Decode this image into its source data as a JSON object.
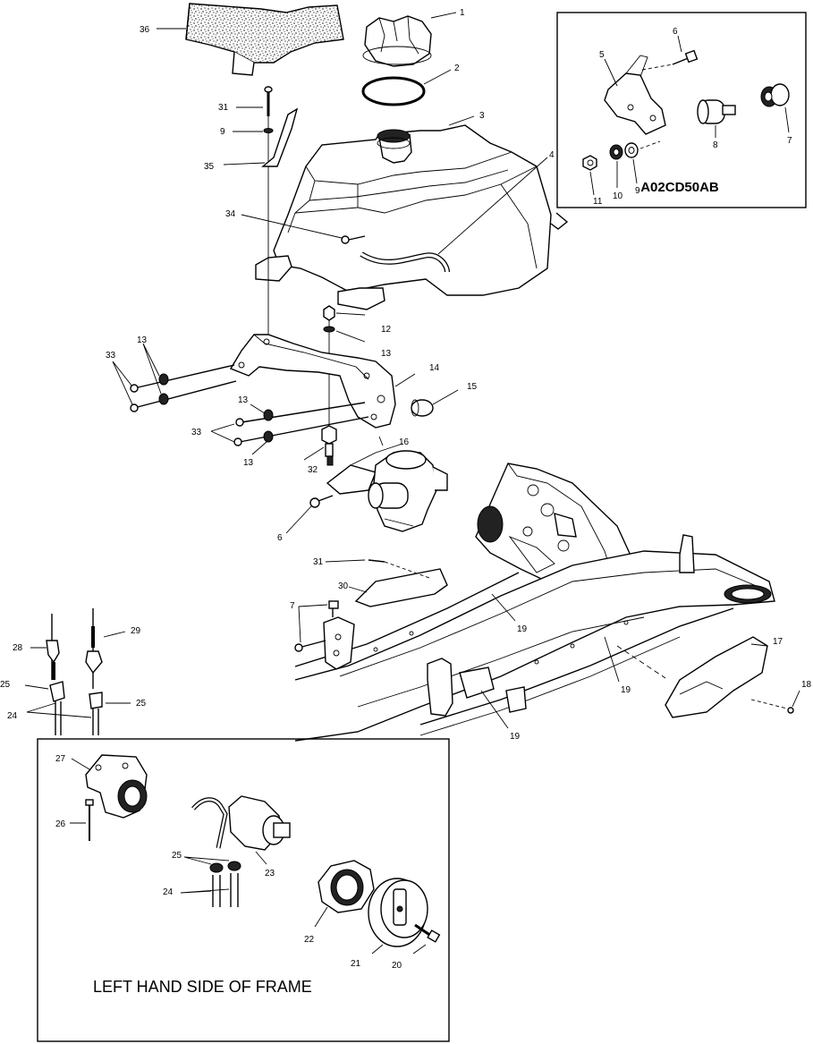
{
  "inset_code": "A02CD50AB",
  "bottom_caption": "LEFT HAND SIDE OF FRAME",
  "labels": {
    "l36": "36",
    "l1": "1",
    "l2": "2",
    "l3": "3",
    "l4": "4",
    "l31a": "31",
    "l9a": "9",
    "l35": "35",
    "l34": "34",
    "l12": "12",
    "l13a": "13",
    "l13b": "13",
    "l13c": "13",
    "l13d": "13",
    "l14": "14",
    "l15": "15",
    "l16": "16",
    "l33a": "33",
    "l33b": "33",
    "l32": "32",
    "l6a": "6",
    "l31b": "31",
    "l30": "30",
    "l7a": "7",
    "l19a": "19",
    "l19b": "19",
    "l19c": "19",
    "l17": "17",
    "l18": "18",
    "l28": "28",
    "l29": "29",
    "l25a": "25",
    "l25b": "25",
    "l24a": "24",
    "l5": "5",
    "l6b": "6",
    "l8": "8",
    "l7b": "7",
    "l11": "11",
    "l10": "10",
    "l9b": "9",
    "l27": "27",
    "l26": "26",
    "l23": "23",
    "l25c": "25",
    "l24b": "24",
    "l22": "22",
    "l21": "21",
    "l20": "20"
  }
}
